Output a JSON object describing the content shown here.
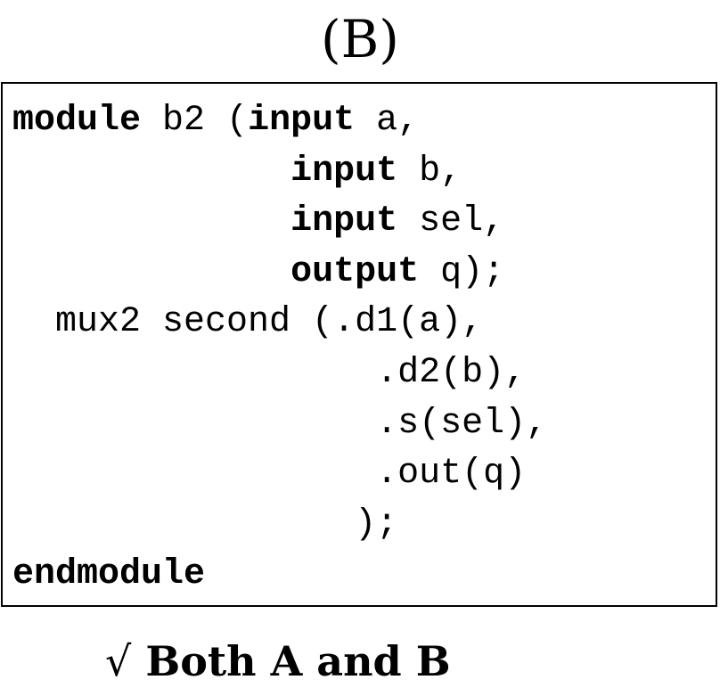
{
  "panel_label": "(B)",
  "code": {
    "lines": [
      [
        {
          "text": "module",
          "bold": true
        },
        {
          "text": " b2 (",
          "bold": false
        },
        {
          "text": "input",
          "bold": true
        },
        {
          "text": " a,",
          "bold": false
        }
      ],
      [
        {
          "text": "             ",
          "bold": false
        },
        {
          "text": "input",
          "bold": true
        },
        {
          "text": " b,",
          "bold": false
        }
      ],
      [
        {
          "text": "             ",
          "bold": false
        },
        {
          "text": "input",
          "bold": true
        },
        {
          "text": " sel,",
          "bold": false
        }
      ],
      [
        {
          "text": "             ",
          "bold": false
        },
        {
          "text": "output",
          "bold": true
        },
        {
          "text": " q);",
          "bold": false
        }
      ],
      [
        {
          "text": "  mux2 second (.d1(a),",
          "bold": false
        }
      ],
      [
        {
          "text": "                 .d2(b),",
          "bold": false
        }
      ],
      [
        {
          "text": "                 .s(sel),",
          "bold": false
        }
      ],
      [
        {
          "text": "                 .out(q)",
          "bold": false
        }
      ],
      [
        {
          "text": "                );",
          "bold": false
        }
      ],
      [
        {
          "text": "endmodule",
          "bold": true
        }
      ]
    ]
  },
  "answer": {
    "check_glyph": "√",
    "text": "Both A and B"
  }
}
